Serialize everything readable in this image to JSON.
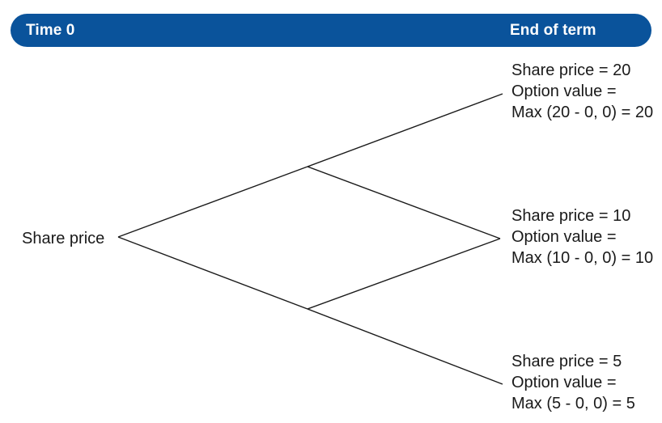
{
  "banner": {
    "left_label": "Time 0",
    "right_label": "End of term",
    "color": "#0a539b",
    "text_color": "#ffffff"
  },
  "diagram": {
    "type": "binomial-option-tree",
    "line_color": "#1a1a1a",
    "root": {
      "label": "Share price"
    },
    "leaves": [
      {
        "id": "up",
        "line1": "Share price = 20",
        "line2": "Option value =",
        "line3": "Max (20 - 0, 0) = 20",
        "share_price": 20,
        "strike": 0,
        "option_value": 20
      },
      {
        "id": "middle",
        "line1": "Share price = 10",
        "line2": "Option value =",
        "line3": "Max (10 - 0, 0) = 10",
        "share_price": 10,
        "strike": 0,
        "option_value": 10
      },
      {
        "id": "down",
        "line1": "Share price = 5",
        "line2": "Option value =",
        "line3": "Max (5 - 0, 0) = 5",
        "share_price": 5,
        "strike": 0,
        "option_value": 5
      }
    ]
  }
}
